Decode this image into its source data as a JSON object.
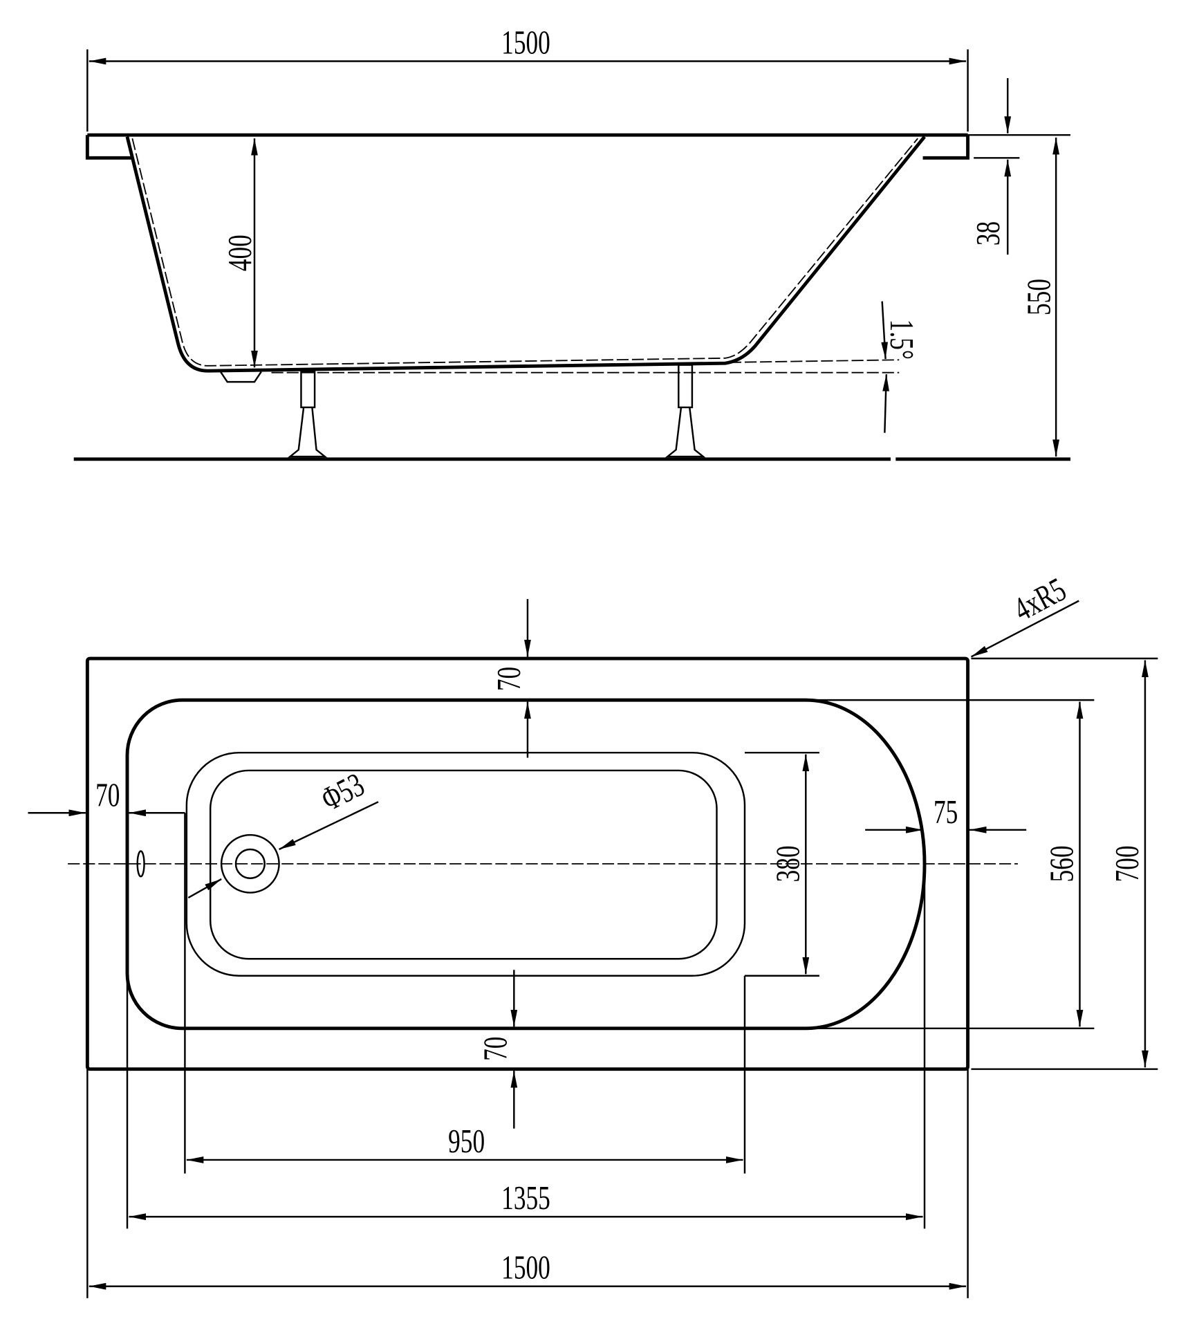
{
  "side_view": {
    "length": "1500",
    "inner_depth": "400",
    "rim_thickness": "38",
    "total_height": "550",
    "floor_slope": "1.5°"
  },
  "plan_view": {
    "corner_radius": "4xR5",
    "top_rim_width": "70",
    "bottom_rim_width": "70",
    "end_rim_width": "70",
    "right_rim_width": "75",
    "drain_diameter": "Φ53",
    "sump_width": "380",
    "inner_width": "560",
    "total_width": "700",
    "sump_length": "950",
    "inner_length": "1355",
    "total_length": "1500"
  },
  "colors": {
    "line": "#000000",
    "background": "#ffffff"
  }
}
